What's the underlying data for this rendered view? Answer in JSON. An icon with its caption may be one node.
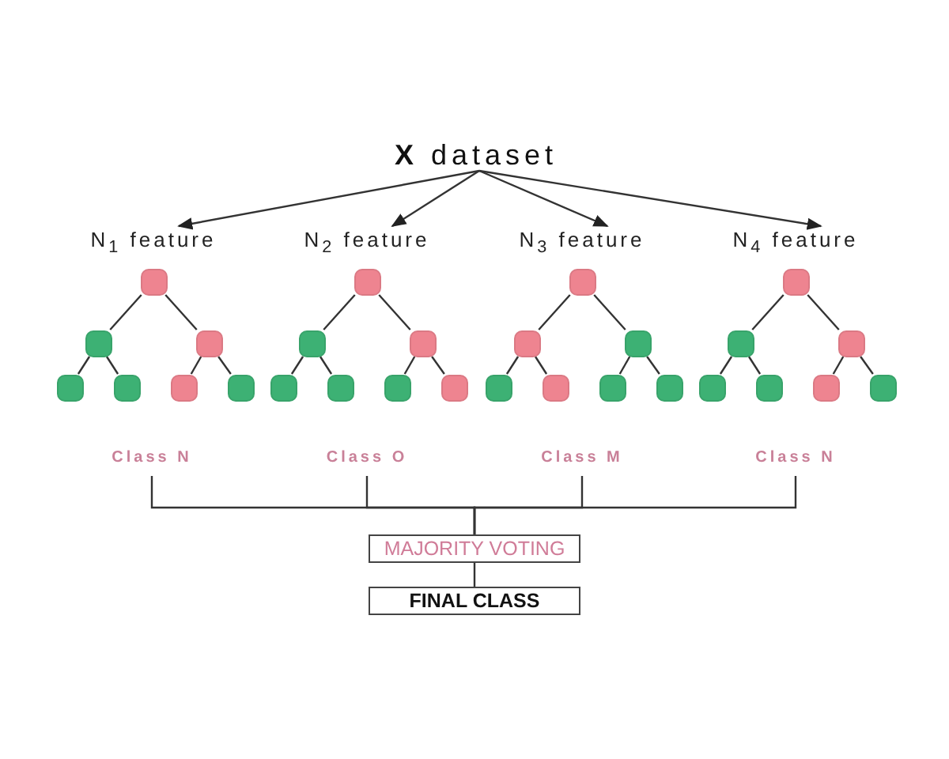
{
  "diagram": {
    "nodes": [
      {
        "text": [
          "**X** dataset"
        ]
      },
      {
        "text": [
          "N$_{1}$ feature"
        ]
      },
      {
        "text": [
          "N$_{2}$ feature"
        ]
      },
      {
        "text": [
          "N$_{3}$ feature"
        ]
      },
      {
        "text": [
          "N$_{4}$ feature"
        ]
      },
      {
        "text": [],
        "shape": "box"
      },
      {
        "text": [],
        "shape": "box"
      },
      {
        "text": [],
        "shape": "box"
      },
      {
        "text": [],
        "shape": "box"
      },
      {
        "text": [],
        "shape": "box"
      },
      {
        "text": [],
        "shape": "box"
      },
      {
        "text": [],
        "shape": "box"
      },
      {
        "text": [],
        "shape": "box"
      },
      {
        "text": [],
        "shape": "box"
      },
      {
        "text": [],
        "shape": "box"
      },
      {
        "text": [],
        "shape": "box"
      },
      {
        "text": [],
        "shape": "box"
      },
      {
        "text": [],
        "shape": "box"
      },
      {
        "text": [],
        "shape": "box"
      },
      {
        "text": [],
        "shape": "box"
      },
      {
        "text": [],
        "shape": "box"
      },
      {
        "text": [],
        "shape": "box"
      },
      {
        "text": [],
        "shape": "box"
      },
      {
        "text": [],
        "shape": "box"
      },
      {
        "text": [],
        "shape": "box"
      },
      {
        "text": [],
        "shape": "box"
      },
      {
        "text": [],
        "shape": "box"
      },
      {
        "text": [],
        "shape": "box"
      },
      {
        "text": [],
        "shape": "box"
      },
      {
        "text": [],
        "shape": "box"
      },
      {
        "text": [],
        "shape": "box"
      },
      {
        "text": [],
        "shape": "box"
      },
      {
        "text": [],
        "shape": "box"
      },
      {
        "text": [
          "Class N"
        ]
      },
      {
        "text": [
          "Class O"
        ]
      },
      {
        "text": [
          "Class M"
        ]
      },
      {
        "text": [
          "Class N"
        ]
      },
      {
        "text": [
          "MAJORITY VOTING"
        ]
      },
      {
        "text": [
          "FINAL CLASS"
        ]
      }
    ],
    "edges": [
      {
        "from": 0,
        "to": 1,
        "arrow": "to"
      },
      {
        "from": 0,
        "to": 2,
        "arrow": "to"
      },
      {
        "from": 0,
        "to": 3,
        "arrow": "to"
      },
      {
        "from": 0,
        "to": 4,
        "arrow": "to"
      },
      {
        "from": 5,
        "to": 6,
        "arrow": "none"
      },
      {
        "from": 5,
        "to": 7,
        "arrow": "none"
      },
      {
        "from": 6,
        "to": 8,
        "arrow": "none"
      },
      {
        "from": 6,
        "to": 9,
        "arrow": "none"
      },
      {
        "from": 7,
        "to": 10,
        "arrow": "none"
      },
      {
        "from": 7,
        "to": 11,
        "arrow": "none"
      },
      {
        "from": 12,
        "to": 13,
        "arrow": "none"
      },
      {
        "from": 12,
        "to": 14,
        "arrow": "none"
      },
      {
        "from": 13,
        "to": 15,
        "arrow": "none"
      },
      {
        "from": 13,
        "to": 16,
        "arrow": "none"
      },
      {
        "from": 14,
        "to": 17,
        "arrow": "none"
      },
      {
        "from": 14,
        "to": 18,
        "arrow": "none"
      },
      {
        "from": 19,
        "to": 20,
        "arrow": "none"
      },
      {
        "from": 19,
        "to": 21,
        "arrow": "none"
      },
      {
        "from": 20,
        "to": 22,
        "arrow": "none"
      },
      {
        "from": 20,
        "to": 23,
        "arrow": "none"
      },
      {
        "from": 21,
        "to": 24,
        "arrow": "none"
      },
      {
        "from": 21,
        "to": 25,
        "arrow": "none"
      },
      {
        "from": 26,
        "to": 27,
        "arrow": "none"
      },
      {
        "from": 26,
        "to": 28,
        "arrow": "none"
      },
      {
        "from": 27,
        "to": 29,
        "arrow": "none"
      },
      {
        "from": 27,
        "to": 30,
        "arrow": "none"
      },
      {
        "from": 28,
        "to": 31,
        "arrow": "none"
      },
      {
        "from": 28,
        "to": 32,
        "arrow": "none"
      },
      {
        "from": 33,
        "to": 37,
        "arrow": "none"
      },
      {
        "from": 34,
        "to": 37,
        "arrow": "none"
      },
      {
        "from": 35,
        "to": 37,
        "arrow": "none"
      },
      {
        "from": 36,
        "to": 37,
        "arrow": "none"
      },
      {
        "from": 37,
        "to": 38,
        "arrow": "none"
      }
    ]
  }
}
